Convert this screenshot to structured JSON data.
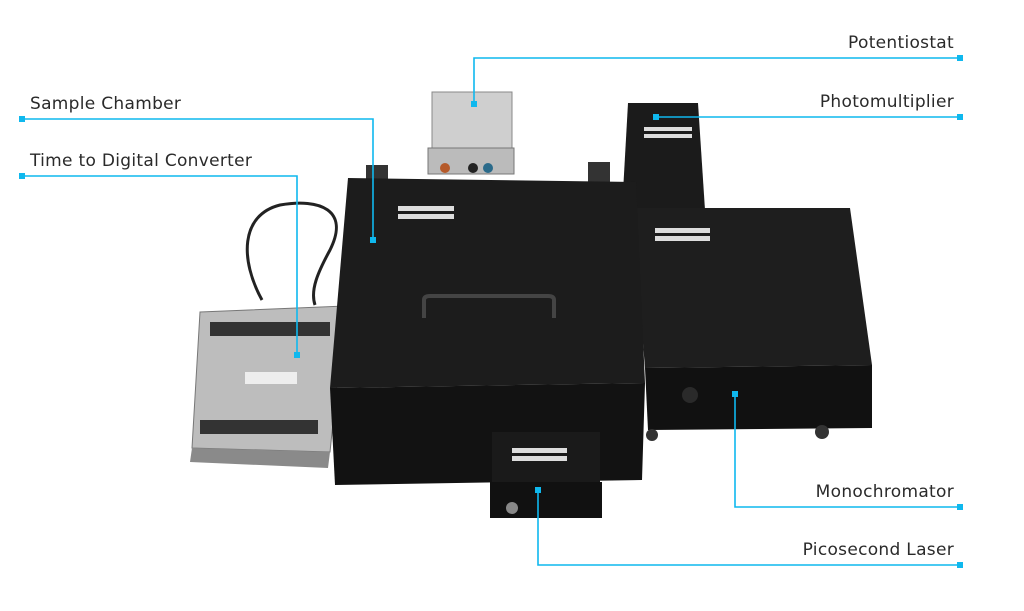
{
  "accent_color": "#0fb8ee",
  "labels": {
    "potentiostat": "Potentiostat",
    "photomultiplier": "Photomultiplier",
    "sample_chamber": "Sample Chamber",
    "tdc": "Time to Digital Converter",
    "monochromator": "Monochromator",
    "laser": "Picosecond Laser"
  }
}
